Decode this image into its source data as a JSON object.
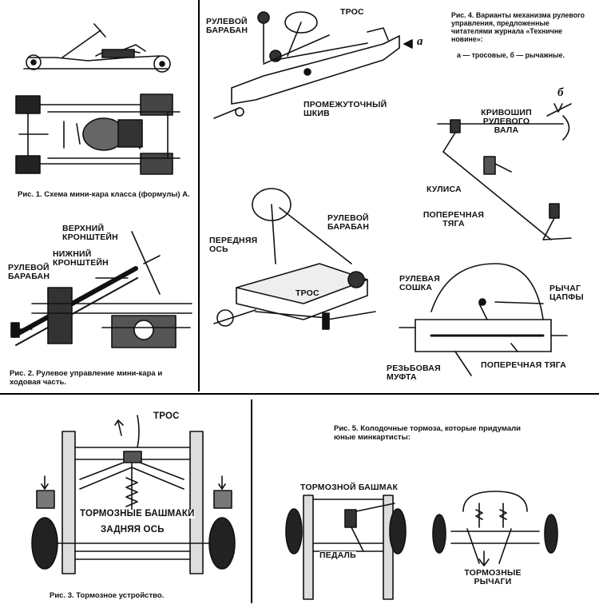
{
  "captions": {
    "fig1": "Рис. 1. Схема мини-кара класса (формулы) А.",
    "fig2": "Рис. 2. Рулевое управление мини-кара и ходовая часть.",
    "fig3": "Рис. 3. Тормозное устройство.",
    "fig4": "Рис. 4. Варианты механизма рулевого управления, предложенные читателями журнала «Техничне новине»:",
    "fig4_sub": "а — тросовые, б — рычажные.",
    "fig5": "Рис. 5. Колодочные тормоза, которые придумали юные минкартисты:"
  },
  "labels": {
    "fig2": {
      "upper_bracket": "ВЕРХНИЙ КРОНШТЕЙН",
      "lower_bracket": "НИЖНИЙ КРОНШТЕЙН",
      "steering_drum": "РУЛЕВОЙ БАРАБАН"
    },
    "fig4a": {
      "steering_drum": "РУЛЕВОЙ БАРАБАН",
      "cable": "ТРОС",
      "intermediate_pulley": "ПРОМЕЖУТОЧНЫЙ ШКИВ",
      "letter": "а"
    },
    "fig4a2": {
      "front_axle": "ПЕРЕДНЯЯ ОСЬ",
      "steering_drum": "РУЛЕВОЙ БАРАБАН",
      "cable": "ТРОС"
    },
    "fig4b": {
      "letter": "б",
      "crank": "КРИВОШИП РУЛЕВОГО ВАЛА",
      "rocker": "КУЛИСА",
      "tie_rod": "ПОПЕРЕЧНАЯ ТЯГА"
    },
    "fig4b2": {
      "pitman_arm": "РУЛЕВАЯ СОШКА",
      "knuckle_arm": "РЫЧАГ ЦАПФЫ",
      "threaded_sleeve": "РЕЗЬБОВАЯ МУФТА",
      "tie_rod": "ПОПЕРЕЧНАЯ ТЯГА"
    },
    "fig3": {
      "cable": "ТРОС",
      "brake_shoes": "ТОРМОЗНЫЕ БАШМАКИ",
      "rear_axle": "ЗАДНЯЯ ОСЬ"
    },
    "fig5": {
      "brake_shoe": "ТОРМОЗНОЙ БАШМАК",
      "pedal": "ПЕДАЛЬ",
      "brake_levers": "ТОРМОЗНЫЕ РЫЧАГИ"
    }
  },
  "colors": {
    "ink": "#111111",
    "paper": "#ffffff",
    "shade": "#555555"
  }
}
